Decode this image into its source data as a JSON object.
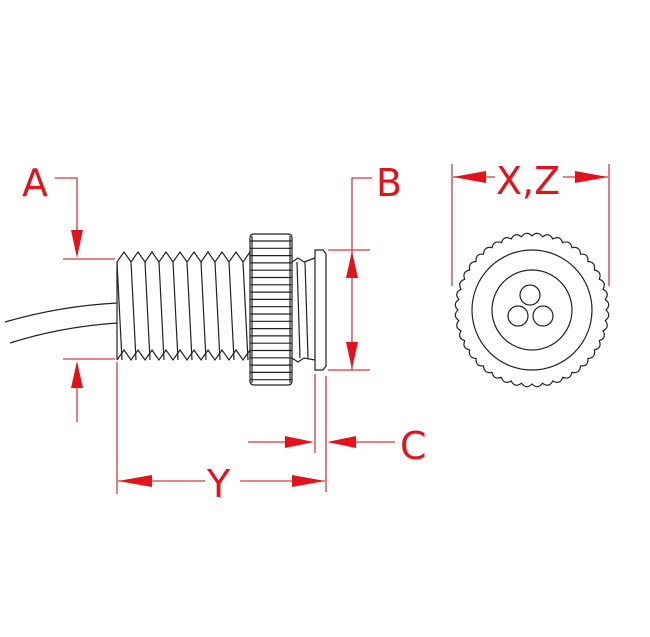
{
  "labels": {
    "a": "A",
    "b": "B",
    "c": "C",
    "y": "Y",
    "xz": "X,Z"
  },
  "colors": {
    "dimension": "#e2141b",
    "part": "#222222"
  }
}
